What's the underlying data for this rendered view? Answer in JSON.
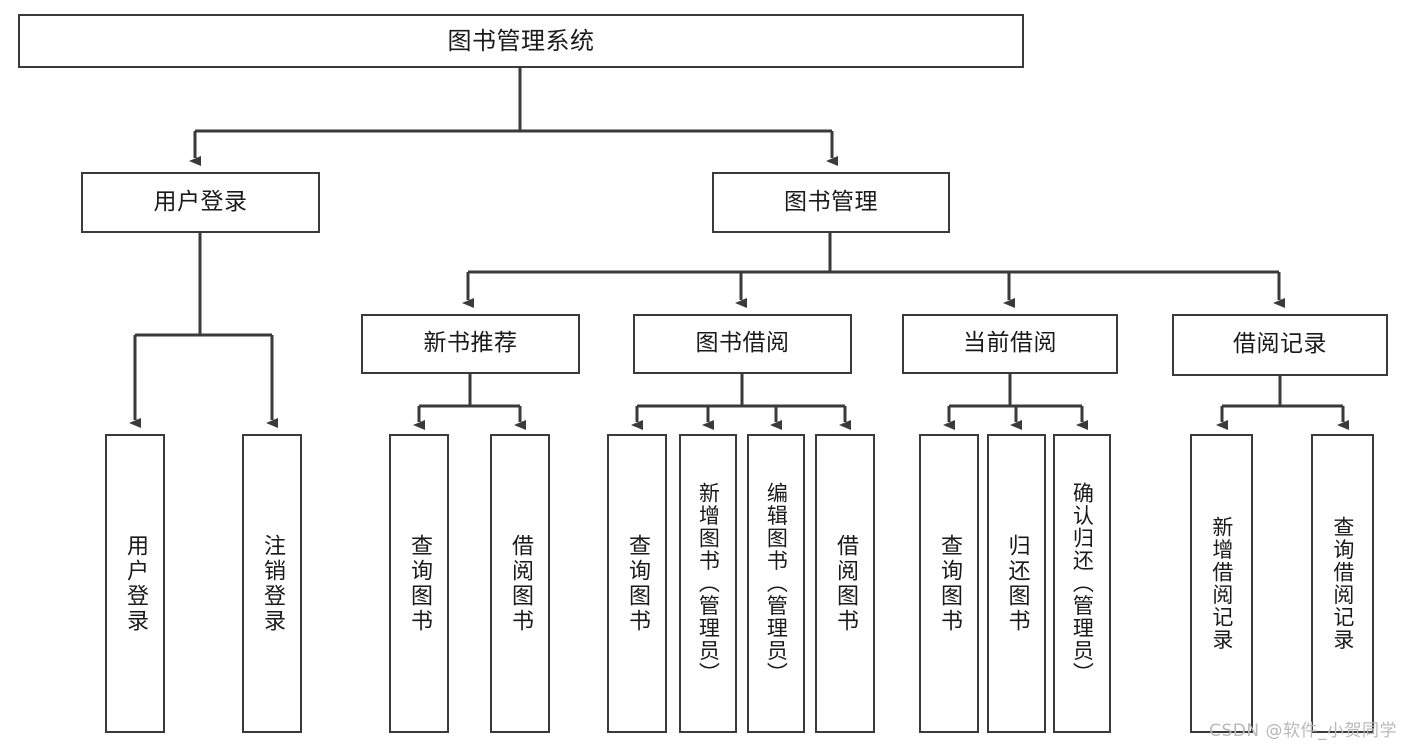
{
  "diagram": {
    "title": "图书管理系统",
    "type": "hierarchy-tree",
    "root": {
      "id": "root",
      "label": "图书管理系统"
    },
    "level1": [
      {
        "id": "user-login",
        "label": "用户登录"
      },
      {
        "id": "book-management",
        "label": "图书管理"
      }
    ],
    "level2": [
      {
        "id": "new-book-recommend",
        "label": "新书推荐"
      },
      {
        "id": "book-borrow",
        "label": "图书借阅"
      },
      {
        "id": "current-borrow",
        "label": "当前借阅"
      },
      {
        "id": "borrow-record",
        "label": "借阅记录"
      }
    ],
    "leaves": {
      "user_login": [
        {
          "id": "leaf-user-login",
          "label": "用户登录"
        },
        {
          "id": "leaf-logout-login",
          "label": "注销登录"
        }
      ],
      "new_book_recommend": [
        {
          "id": "leaf-query-book-1",
          "label": "查询图书"
        },
        {
          "id": "leaf-borrow-book-1",
          "label": "借阅图书"
        }
      ],
      "book_borrow": [
        {
          "id": "leaf-query-book-2",
          "label": "查询图书"
        },
        {
          "id": "leaf-add-book-admin",
          "label": "新增图书（管理员）"
        },
        {
          "id": "leaf-edit-book-admin",
          "label": "编辑图书（管理员）"
        },
        {
          "id": "leaf-borrow-book-2",
          "label": "借阅图书"
        }
      ],
      "current_borrow": [
        {
          "id": "leaf-query-book-3",
          "label": "查询图书"
        },
        {
          "id": "leaf-return-book",
          "label": "归还图书"
        },
        {
          "id": "leaf-confirm-return-admin",
          "label": "确认归还（管理员）"
        }
      ],
      "borrow_record": [
        {
          "id": "leaf-add-borrow-record",
          "label": "新增借阅记录"
        },
        {
          "id": "leaf-query-borrow-record",
          "label": "查询借阅记录"
        }
      ]
    },
    "colors": {
      "stroke": "#3a3a3a",
      "fill": "#ffffff",
      "text": "#1a1a1a",
      "watermark": "#b9b9b9"
    }
  },
  "watermark": {
    "text": "CSDN @软件_小贺同学"
  }
}
